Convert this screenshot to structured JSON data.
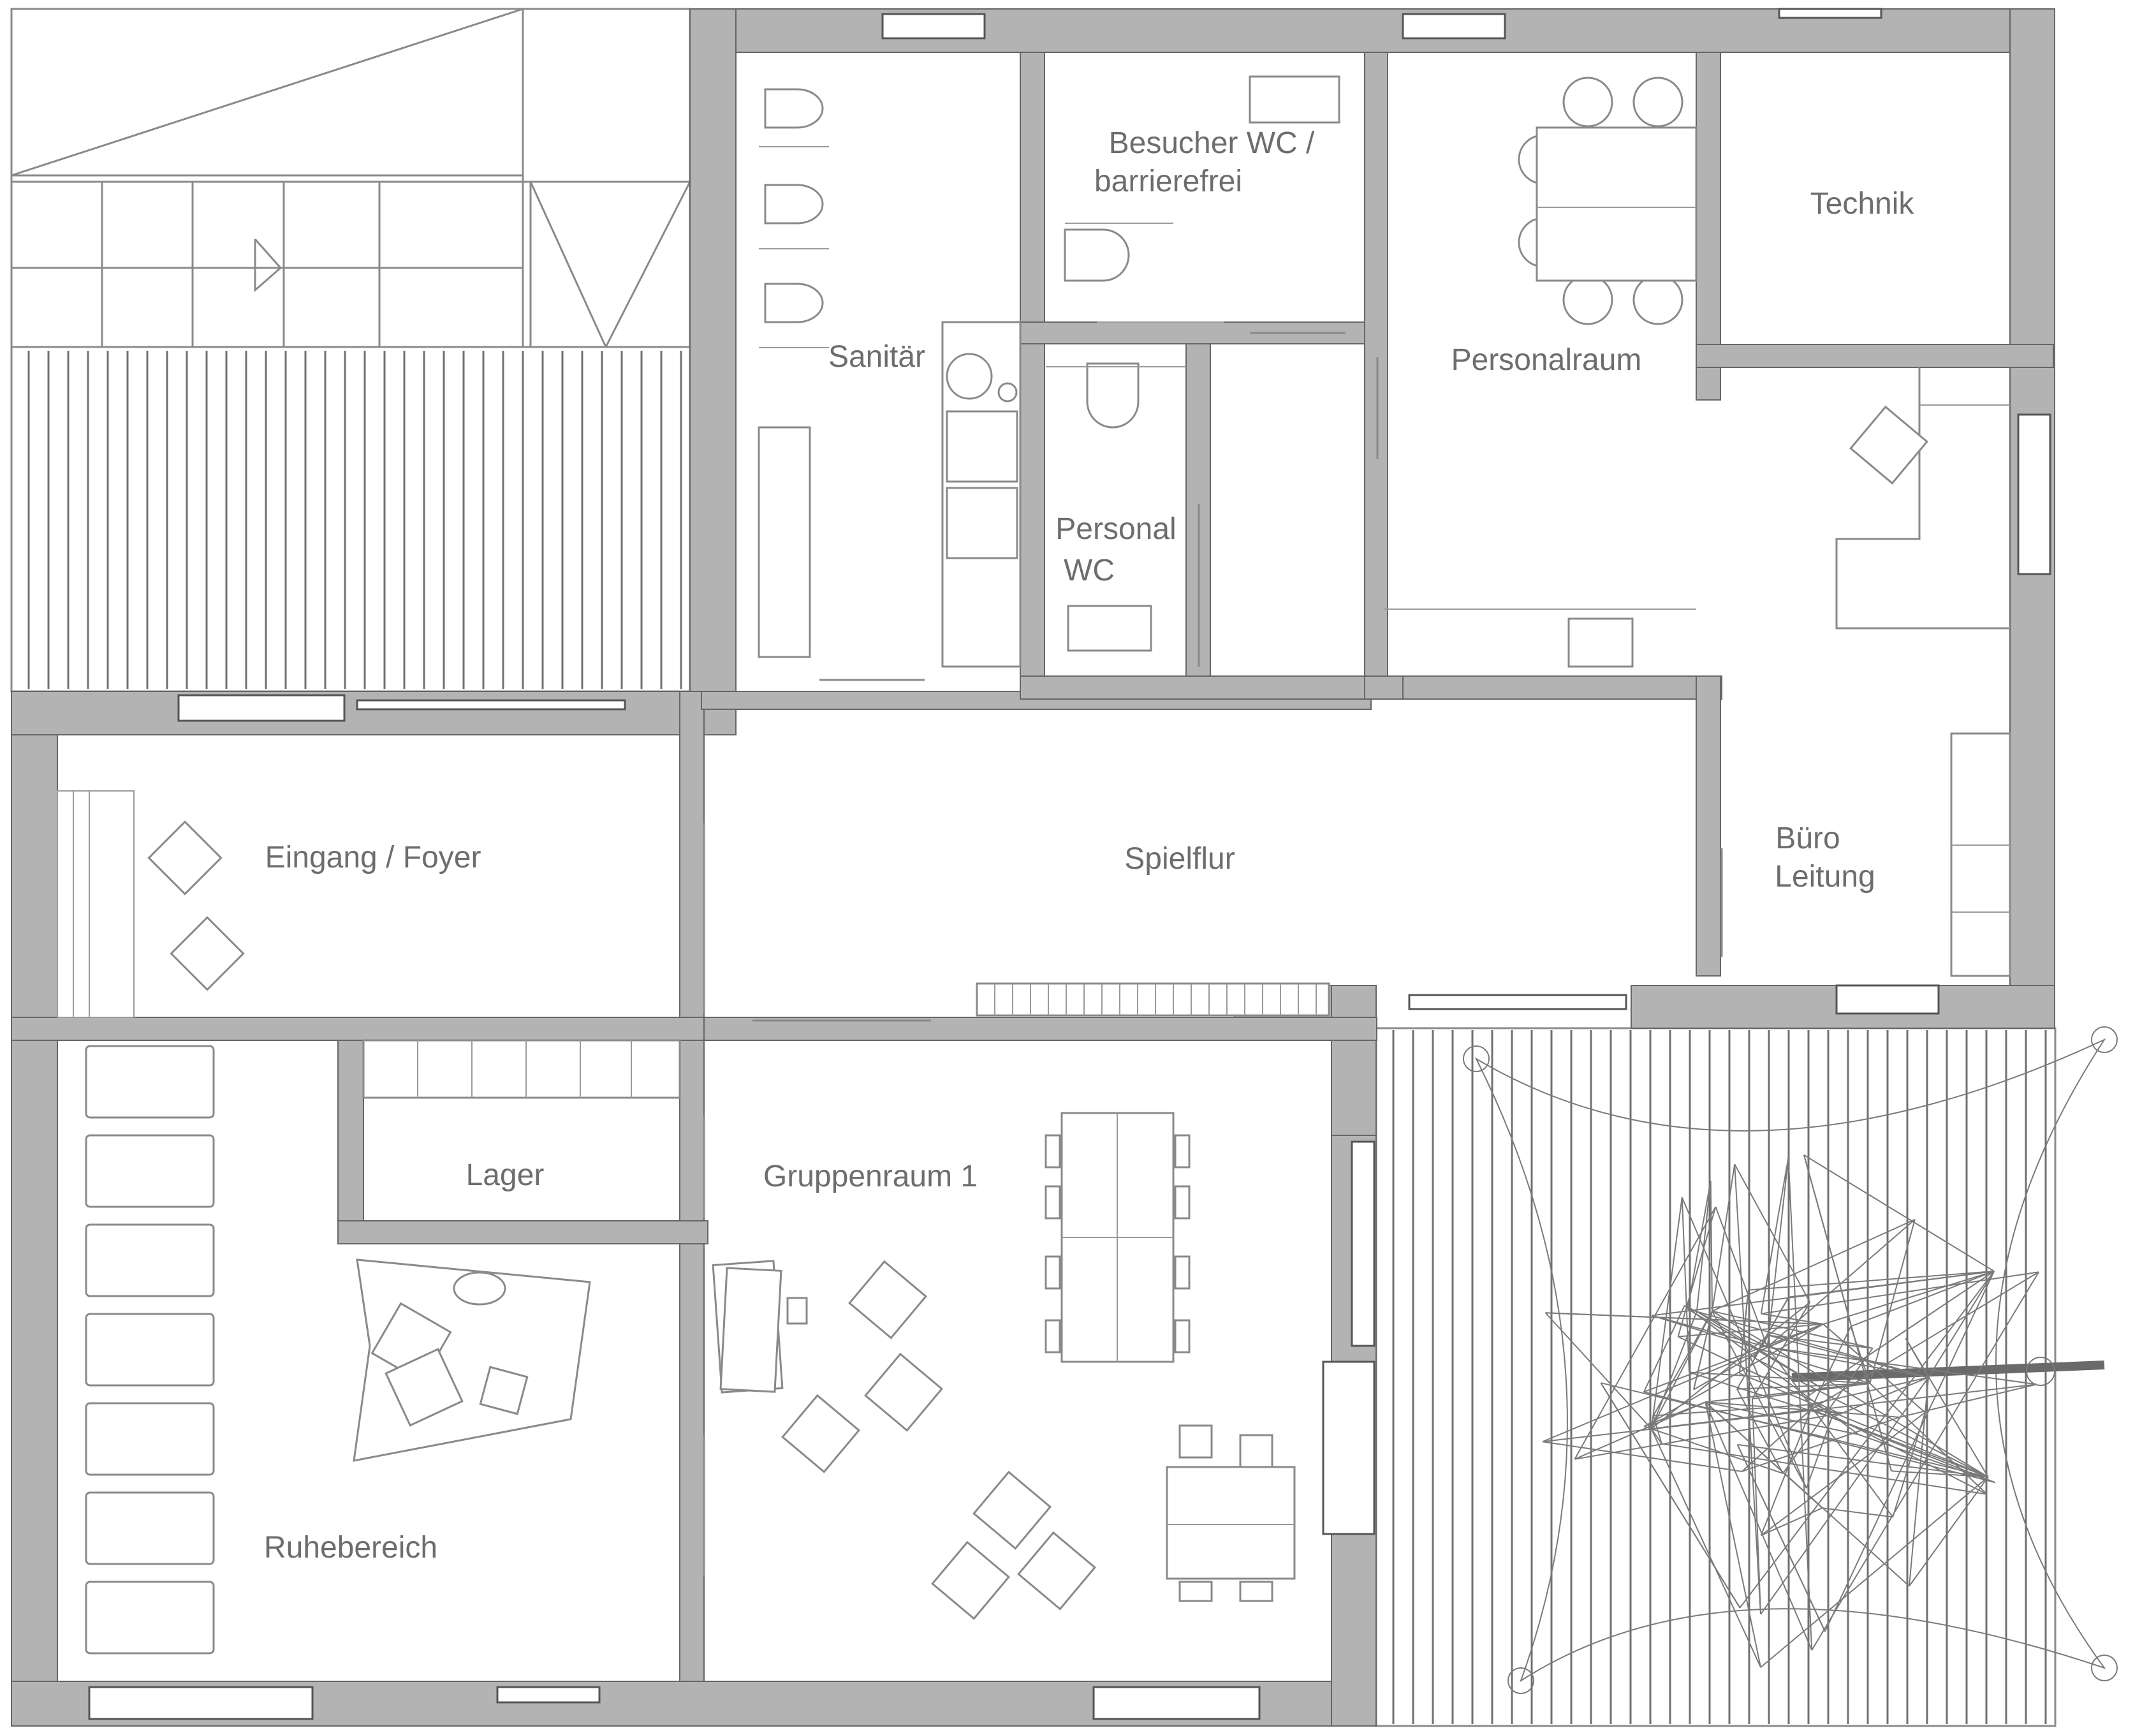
{
  "rooms": {
    "sanitaer": "Sanitär",
    "besucher_wc_1": "Besucher WC /",
    "besucher_wc_2": "barrierefrei",
    "personal_wc_1": "Personal",
    "personal_wc_2": "WC",
    "personalraum": "Personalraum",
    "technik": "Technik",
    "buero_1": "Büro",
    "buero_2": "Leitung",
    "eingang": "Eingang / Foyer",
    "spielflur": "Spielflur",
    "lager": "Lager",
    "gruppenraum": "Gruppenraum 1",
    "ruhebereich": "Ruhebereich"
  },
  "colors": {
    "wall": "#b3b3b3",
    "line": "#8a8a8a",
    "text": "#6d6d6d"
  }
}
